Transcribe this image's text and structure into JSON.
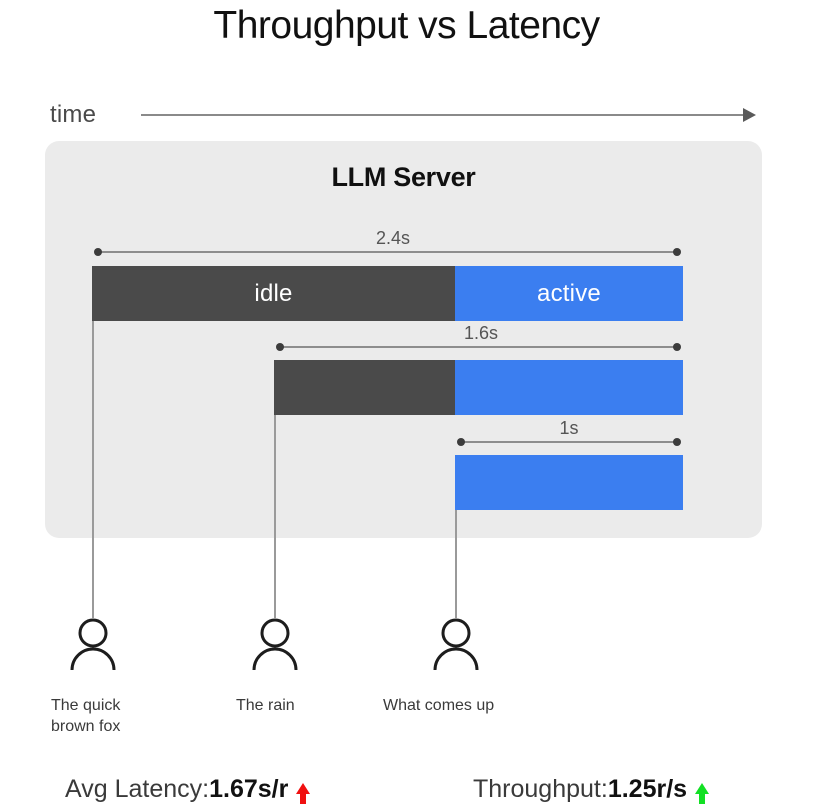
{
  "title": "Throughput vs Latency",
  "axis": {
    "label": "time",
    "icon": "arrow-right-icon"
  },
  "server": {
    "title": "LLM Server"
  },
  "legend": {
    "idle_label": "idle",
    "active_label": "active"
  },
  "colors": {
    "idle": "#4a4a4a",
    "active": "#3b7ef0",
    "panel": "#ebebeb",
    "latency_arrow": "#f01010",
    "throughput_arrow": "#12e024"
  },
  "chart_data": {
    "type": "bar",
    "title": "Throughput vs Latency",
    "xlabel": "time",
    "ylabel": "",
    "orientation": "horizontal-stacked-timeline",
    "categories": [
      "The quick brown fox",
      "The rain",
      "What comes up"
    ],
    "series": [
      {
        "name": "idle",
        "values": [
          1.4,
          0.6,
          0.0
        ],
        "unit": "s"
      },
      {
        "name": "active",
        "values": [
          1.0,
          1.0,
          1.0
        ],
        "unit": "s"
      }
    ],
    "totals": [
      2.4,
      1.6,
      1.0
    ],
    "total_labels": [
      "2.4s",
      "1.6s",
      "1s"
    ],
    "annotations": [
      "Avg Latency: 1.67s/r",
      "Throughput: 1.25r/s"
    ]
  },
  "rows": [
    {
      "measure_label": "2.4s",
      "idle_label": "idle",
      "active_label": "active",
      "person_label": "The quick\nbrown fox"
    },
    {
      "measure_label": "1.6s",
      "idle_label": "",
      "active_label": "",
      "person_label": "The rain"
    },
    {
      "measure_label": "1s",
      "idle_label": "",
      "active_label": "",
      "person_label": "What comes up"
    }
  ],
  "footer": {
    "latency_prefix": "Avg Latency: ",
    "latency_value": "1.67s/r",
    "throughput_prefix": "Throughput: ",
    "throughput_value": "1.25r/s"
  }
}
